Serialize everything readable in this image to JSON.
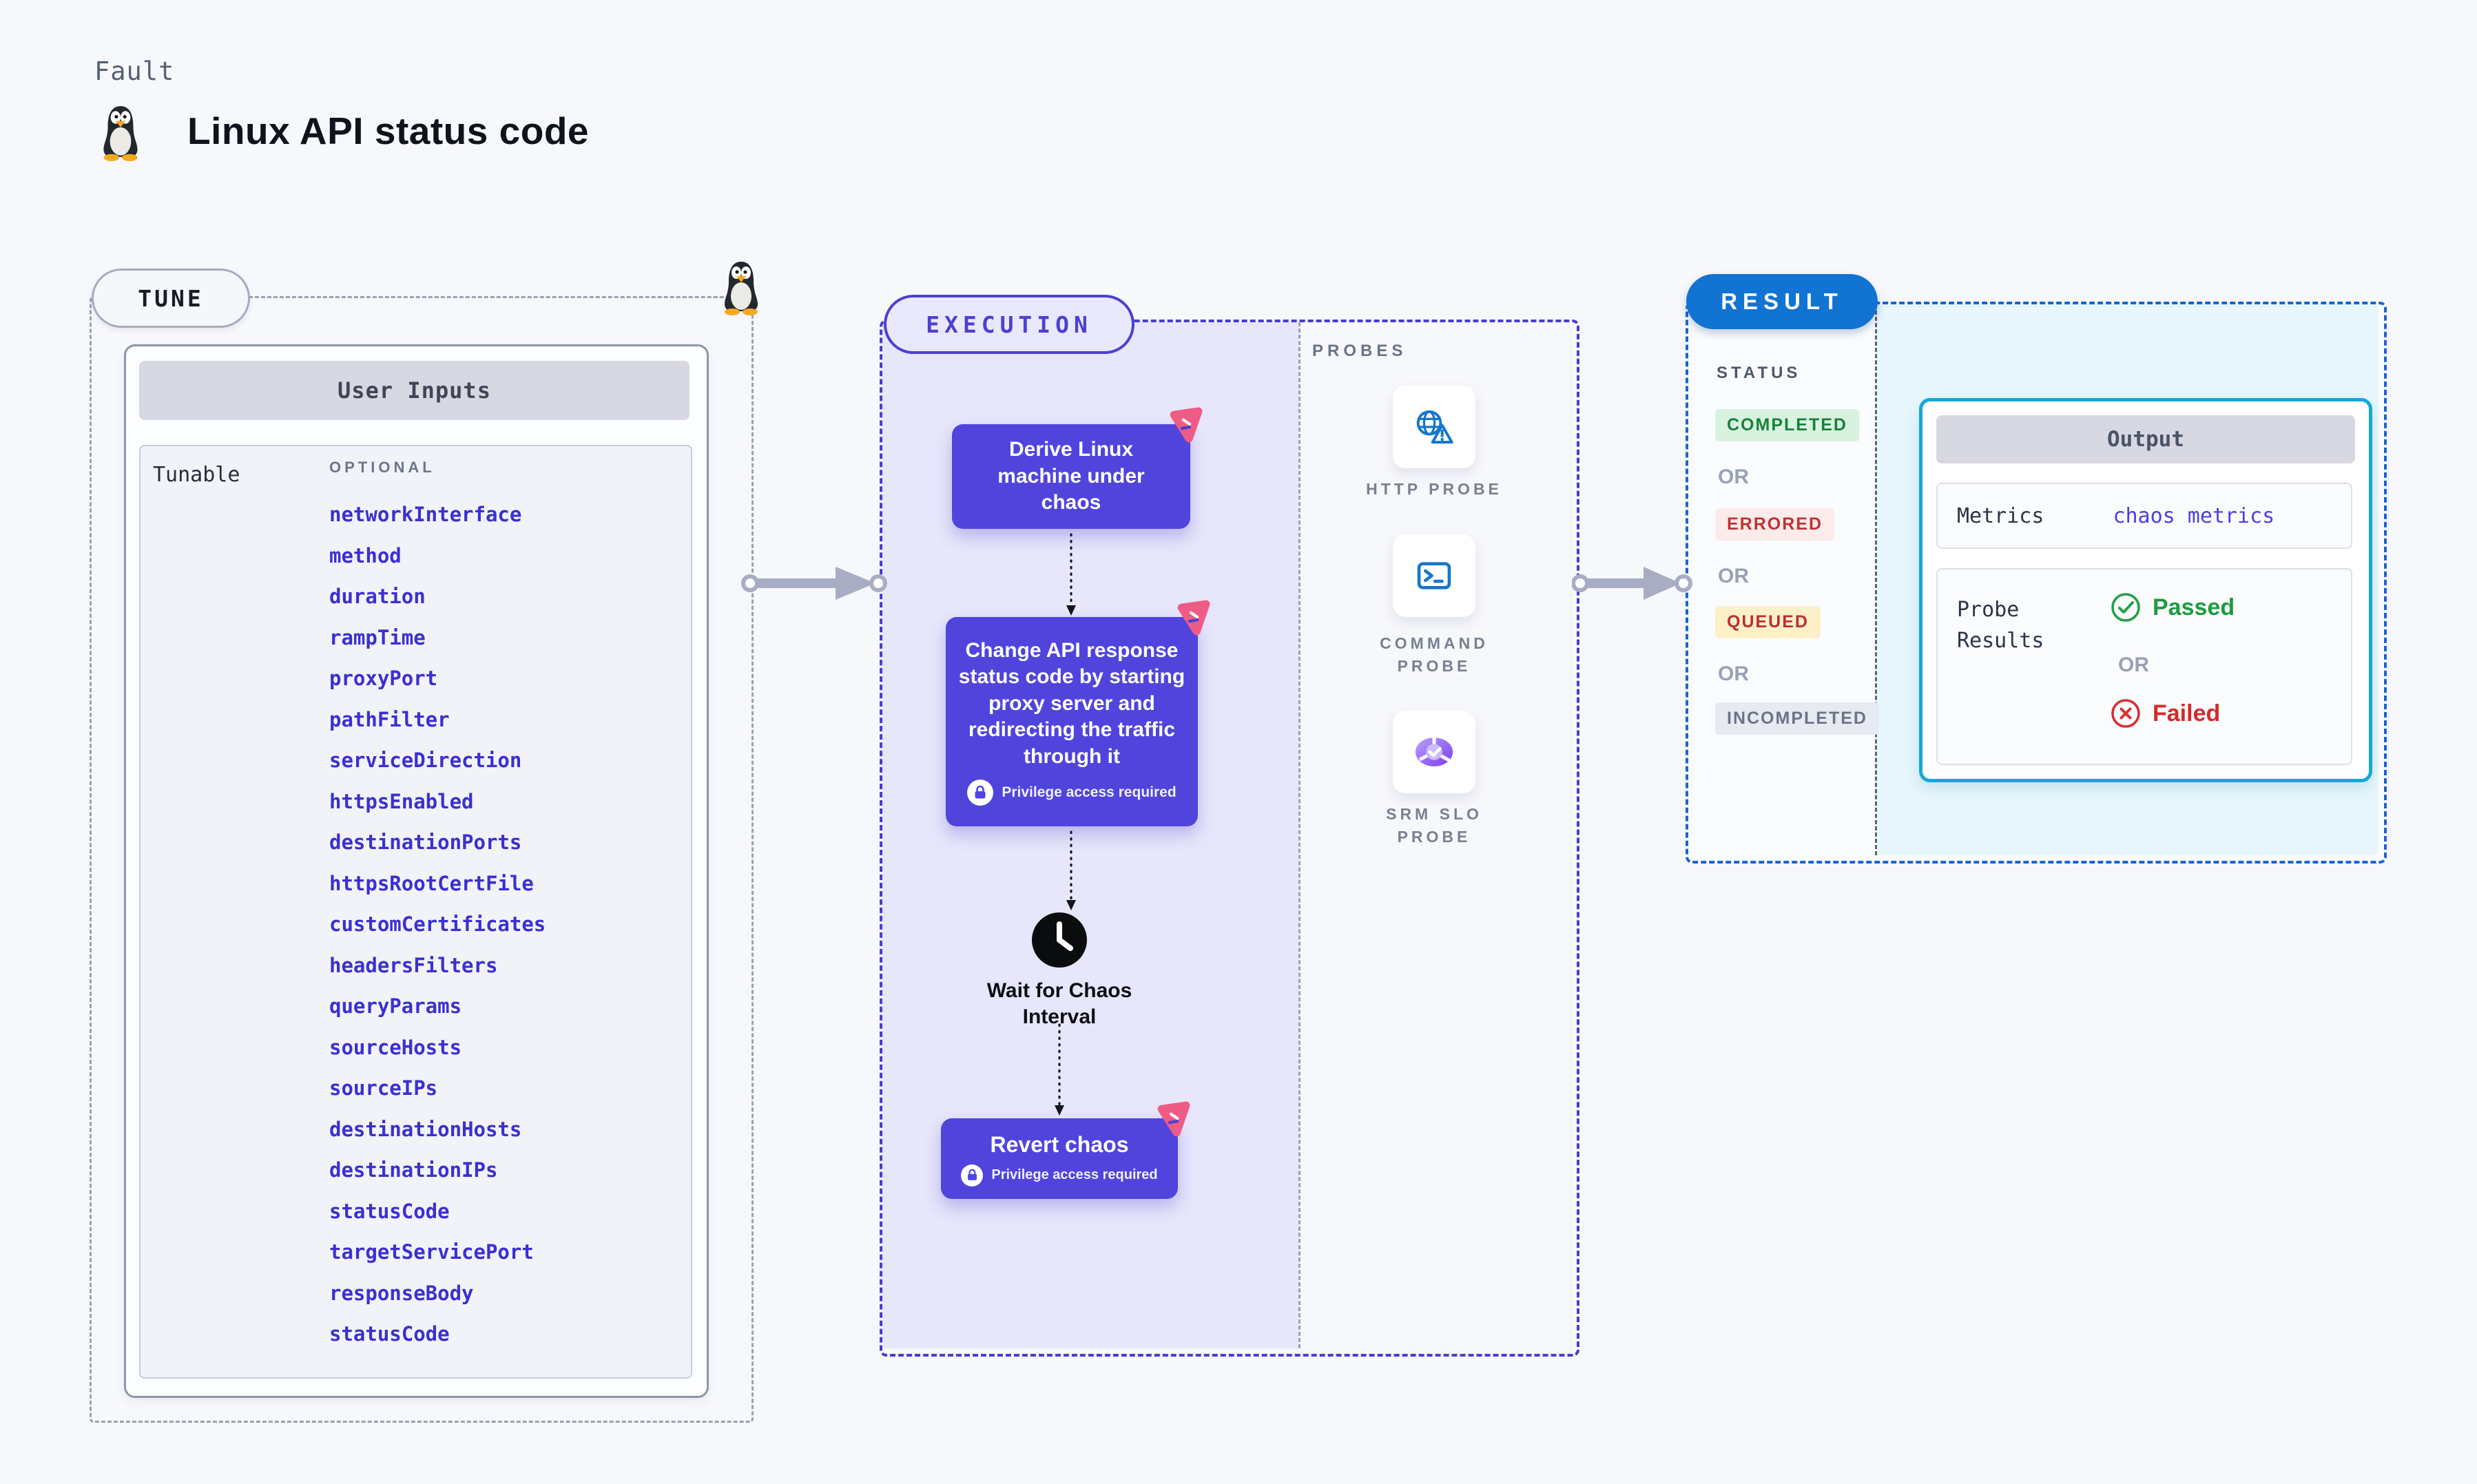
{
  "page": {
    "eyebrow": "Fault",
    "title": "Linux API status code"
  },
  "tune": {
    "badge": "TUNE",
    "panel_header": "User Inputs",
    "row_label": "Tunable",
    "column_header": "OPTIONAL",
    "tunables": [
      "networkInterface",
      "method",
      "duration",
      "rampTime",
      "proxyPort",
      "pathFilter",
      "serviceDirection",
      "httpsEnabled",
      "destinationPorts",
      "httpsRootCertFile",
      "customCertificates",
      "headersFilters",
      "queryParams",
      "sourceHosts",
      "sourceIPs",
      "destinationHosts",
      "destinationIPs",
      "statusCode",
      "targetServicePort",
      "responseBody",
      "statusCode"
    ]
  },
  "execution": {
    "badge": "EXECUTION",
    "step_derive": "Derive Linux machine under chaos",
    "step_change": "Change API response status code by starting proxy server and redirecting the traffic through it",
    "step_wait": "Wait for Chaos Interval",
    "step_revert": "Revert chaos",
    "privilege_note": "Privilege access required"
  },
  "probes": {
    "section_label": "PROBES",
    "items": [
      {
        "label": "HTTP PROBE",
        "icon": "http-probe-icon"
      },
      {
        "label": "COMMAND PROBE",
        "icon": "command-probe-icon"
      },
      {
        "label": "SRM SLO PROBE",
        "icon": "srm-slo-probe-icon"
      }
    ]
  },
  "result": {
    "badge": "RESULT",
    "status_label": "STATUS",
    "or": "OR",
    "status_completed": "COMPLETED",
    "status_errored": "ERRORED",
    "status_queued": "QUEUED",
    "status_incompleted": "INCOMPLETED",
    "output": {
      "header": "Output",
      "metrics_label": "Metrics",
      "metrics_value": "chaos metrics",
      "probe_results_label": "Probe Results",
      "passed": "Passed",
      "failed": "Failed"
    }
  },
  "colors": {
    "page_bg": "#f7f8fc",
    "flow_box_indigo": "#5044dd",
    "execution_border": "#473cd0",
    "execution_fill": "#e7e6fb",
    "tune_border_gray": "#9aa2ad",
    "result_blue": "#1173d2",
    "result_border": "#1566d2",
    "output_border_cyan": "#14a8d8",
    "output_bg_cyan": "#e7f6fc",
    "tunable_link_blue": "#3b2fd1",
    "litmus_pink": "#ee5c86",
    "probe_icon_blue": "#1477cd",
    "passed_green": "#1e9a40",
    "failed_red": "#d32b28",
    "completed_bg": "#d9f2e0",
    "errored_bg": "#fcebeb",
    "queued_bg": "#fcf0c9",
    "incompleted_bg": "#e8eaf2"
  }
}
